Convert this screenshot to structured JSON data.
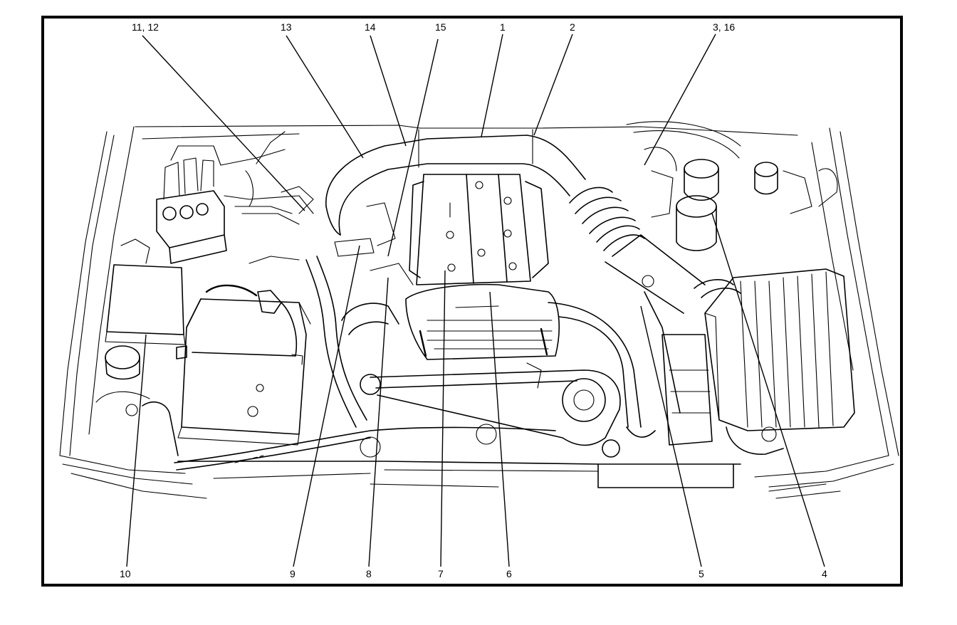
{
  "diagram": {
    "callouts": {
      "c11_12": "11, 12",
      "c13": "13",
      "c14": "14",
      "c15": "15",
      "c1": "1",
      "c2": "2",
      "c3_16": "3, 16",
      "c10": "10",
      "c9": "9",
      "c8": "8",
      "c7": "7",
      "c6": "6",
      "c5": "5",
      "c4": "4"
    }
  }
}
